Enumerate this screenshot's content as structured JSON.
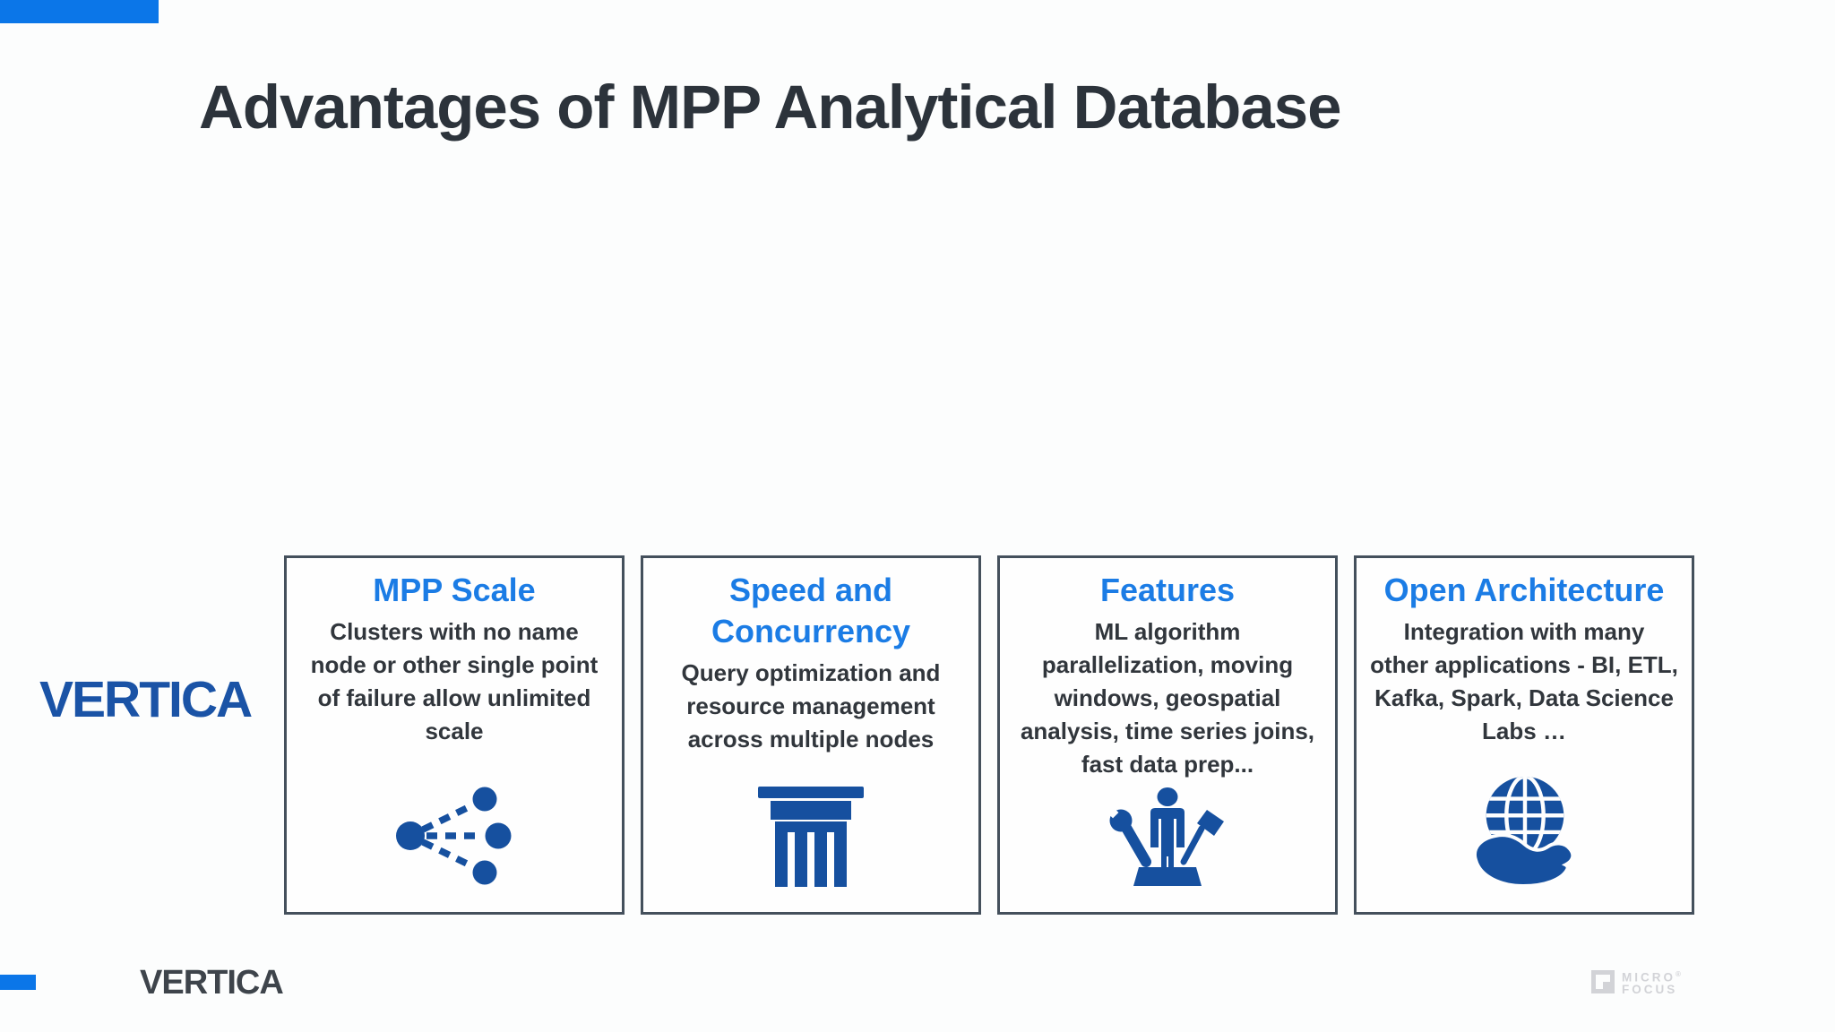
{
  "slide": {
    "title": "Advantages of MPP Analytical Database"
  },
  "branding": {
    "vertica_side_logo": "VERTICA",
    "vertica_footer_logo": "VERTICA",
    "microfocus_line1": "MICRO",
    "microfocus_reg": "®",
    "microfocus_line2": "FOCUS"
  },
  "cards": [
    {
      "title": "MPP Scale",
      "body": "Clusters with no name\nnode or other single point\nof failure allow unlimited\nscale",
      "icon": "fan-out-nodes-icon"
    },
    {
      "title": "Speed and\nConcurrency",
      "body": "Query optimization and\nresource management\nacross multiple nodes",
      "icon": "column-icon"
    },
    {
      "title": "Features",
      "body": "ML algorithm\nparallelization, moving\nwindows, geospatial\nanalysis,  time series joins,\nfast data prep...",
      "icon": "person-with-tools-icon"
    },
    {
      "title": "Open Architecture",
      "body": "Integration with many\nother applications - BI, ETL,\nKafka, Spark, Data Science\nLabs …",
      "icon": "globe-in-hand-icon"
    }
  ],
  "colors": {
    "accent_blue": "#0b76e8",
    "heading_blue": "#1b7ce5",
    "icon_navy": "#16509f",
    "logo_navy": "#1a53a6",
    "title_dark": "#2c333b",
    "body_dark": "#31363c",
    "card_border": "#44505c",
    "microfocus_gray": "#d2d3d7"
  }
}
